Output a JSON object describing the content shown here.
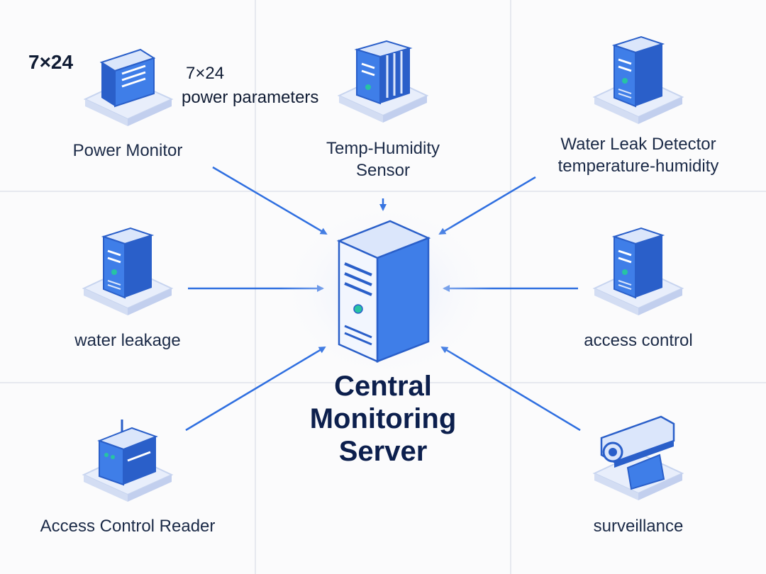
{
  "central": {
    "name": "central-monitoring-server",
    "title_lines": [
      "Central",
      "Monitoring",
      "Server"
    ]
  },
  "nodes": [
    {
      "id": "power-monitor",
      "icon": "power-monitor-box-icon",
      "label_lines": [
        "Power Monitor"
      ]
    },
    {
      "id": "temp-humidity-sensor",
      "icon": "sensor-server-icon",
      "label_lines": [
        "Temp-Humidity",
        "Sensor"
      ]
    },
    {
      "id": "water-leak-detector",
      "icon": "server-tower-icon",
      "label_lines": [
        "Water Leak Detector",
        "temperature-humidity"
      ]
    },
    {
      "id": "water-leakage",
      "icon": "server-tower-icon",
      "label_lines": [
        "water leakage"
      ]
    },
    {
      "id": "access-control",
      "icon": "server-tower-icon",
      "label_lines": [
        "access control"
      ]
    },
    {
      "id": "access-control-reader",
      "icon": "card-reader-icon",
      "label_lines": [
        "Access Control Reader"
      ]
    },
    {
      "id": "surveillance",
      "icon": "camera-icon",
      "label_lines": [
        "surveillance"
      ]
    }
  ],
  "annotations": {
    "corner_tag": "7×24",
    "power_tag_line1": "7×24",
    "power_tag_line2": "power parameters"
  },
  "colors": {
    "arrow": "#2f6fe0",
    "icon_front": "#3f7ee8",
    "icon_side": "#2a5fc9",
    "icon_top": "#dbe6fb",
    "platform": "#e8eefb",
    "label": "#1b2a47",
    "title": "#0c1f4d",
    "grid": "#e6e9ef",
    "accent_led": "#27c3a3"
  }
}
